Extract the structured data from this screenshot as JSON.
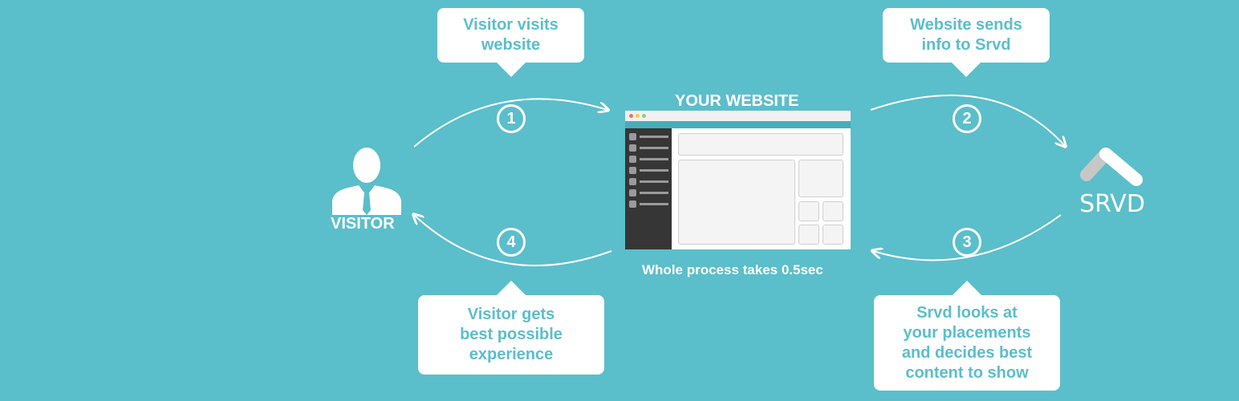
{
  "bubbles": {
    "b1": [
      "Visitor visits",
      "website"
    ],
    "b2": [
      "Website sends",
      "info to Srvd"
    ],
    "b3": [
      "Srvd looks at",
      "your placements",
      "and decides best",
      "content to show"
    ],
    "b4": [
      "Visitor gets",
      "best possible",
      "experience"
    ]
  },
  "steps": [
    "1",
    "2",
    "3",
    "4"
  ],
  "labels": {
    "visitor": "VISITOR",
    "website": "YOUR WEBSITE",
    "process_time": "Whole process takes 0.5sec",
    "srvd": "SRVD"
  },
  "colors": {
    "background": "#5bbecb",
    "bubble_text": "#5bbecb",
    "sidebar": "#363636",
    "browser_bar": "#46aeb9",
    "srvd_gray": "#c7c7c7",
    "dot_red": "#f2725e",
    "dot_yellow": "#f7c84a",
    "dot_green": "#8fcf72"
  }
}
